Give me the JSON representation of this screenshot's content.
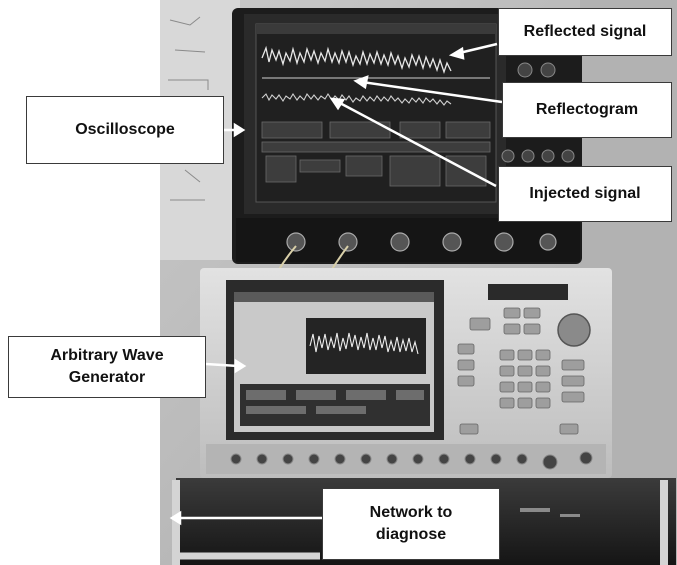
{
  "labels": {
    "reflected_signal": "Reflected signal",
    "reflectogram": "Reflectogram",
    "oscilloscope": "Oscilloscope",
    "injected_signal": "Injected signal",
    "arbitrary_wave_generator": "Arbitrary Wave\nGenerator",
    "network_to_diagnose": "Network to\ndiagnose"
  },
  "photo": {
    "description_icons": [
      "oscilloscope-icon",
      "waveform-generator-icon",
      "cable-icon"
    ],
    "colors": {
      "background_wall": "#bdbdbd",
      "instrument_dark": "#1c1c1c",
      "generator_body": "#d6d6d6",
      "screen_dark": "#202020",
      "trace_light": "#e8e8e8"
    }
  }
}
